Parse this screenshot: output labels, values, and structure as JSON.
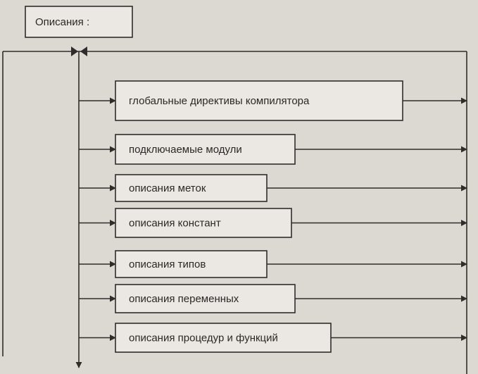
{
  "diagram": {
    "title": "Описания :",
    "items": [
      "глобальные директивы компилятора",
      "подключаемые модули",
      "описания меток",
      "описания констант",
      "описания типов",
      "описания переменных",
      "описания процедур и функций"
    ],
    "colors": {
      "background": "#dcd9d3",
      "box_fill": "#ebe8e3",
      "stroke": "#2f2d2b"
    }
  }
}
